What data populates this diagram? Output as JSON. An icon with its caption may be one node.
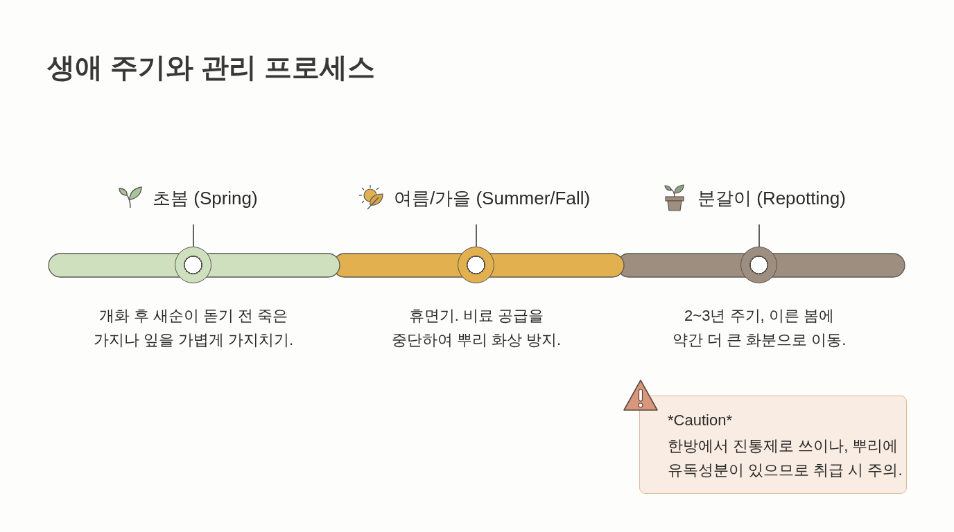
{
  "diagram": {
    "title": "생애 주기와 관리 프로세스",
    "nodes": [
      {
        "text": [
          "초봄 (Spring)"
        ]
      },
      {
        "text": [
          "여름/가을 (Summer/Fall)"
        ]
      },
      {
        "text": [
          "분갈이 (Repotting)"
        ]
      },
      {
        "text": [],
        "shape": "circle",
        "beside": [
          "개화 후 새순이 돋기 전 죽은 가지나 잎을 가볍게 가지치기."
        ]
      },
      {
        "text": [],
        "shape": "circle",
        "beside": [
          "휴면기. 비료 공급을 중단하여 뿌리 화상 방지."
        ]
      },
      {
        "text": [],
        "shape": "circle",
        "beside": [
          "2~3년 주기, 이른 봄에 약간 더 큰 화분으로 이동."
        ]
      },
      {
        "text": [
          "*Caution*",
          "한방에서 진통제로 쓰이나, 뿌리에 유독성분이 있으므로 취급 시 주의."
        ]
      }
    ],
    "edges": [
      {
        "from": 0,
        "to": 3,
        "arrow": "none"
      },
      {
        "from": 1,
        "to": 4,
        "arrow": "none"
      },
      {
        "from": 2,
        "to": 5,
        "arrow": "none"
      }
    ]
  }
}
